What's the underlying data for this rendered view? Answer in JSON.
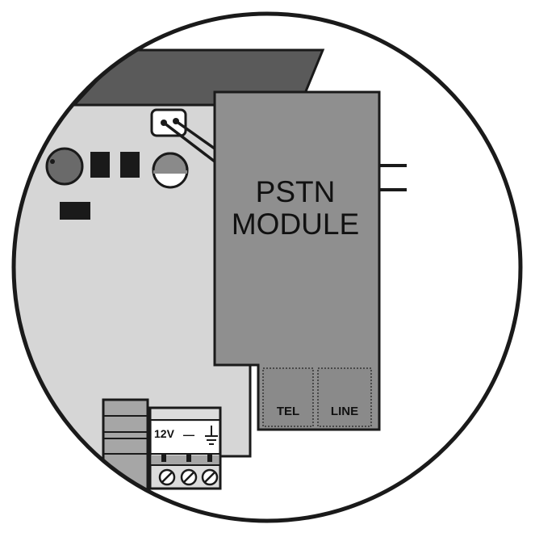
{
  "module": {
    "title_line1": "PSTN",
    "title_line2": "MODULE",
    "port_tel_label": "TEL",
    "port_line_label": "LINE"
  },
  "terminal": {
    "label_12v": "12V",
    "label_minus": "—",
    "ground_icon": "ground-symbol-icon",
    "screw_count": 3
  },
  "colors": {
    "outline": "#1a1a1a",
    "board": "#d6d6d6",
    "module": "#8f8f8f",
    "dark_strip": "#5a5a5a",
    "port": "#8a8a8a",
    "connector_block": "#a6a6a6",
    "terminal_body": "#dcdcdc"
  }
}
